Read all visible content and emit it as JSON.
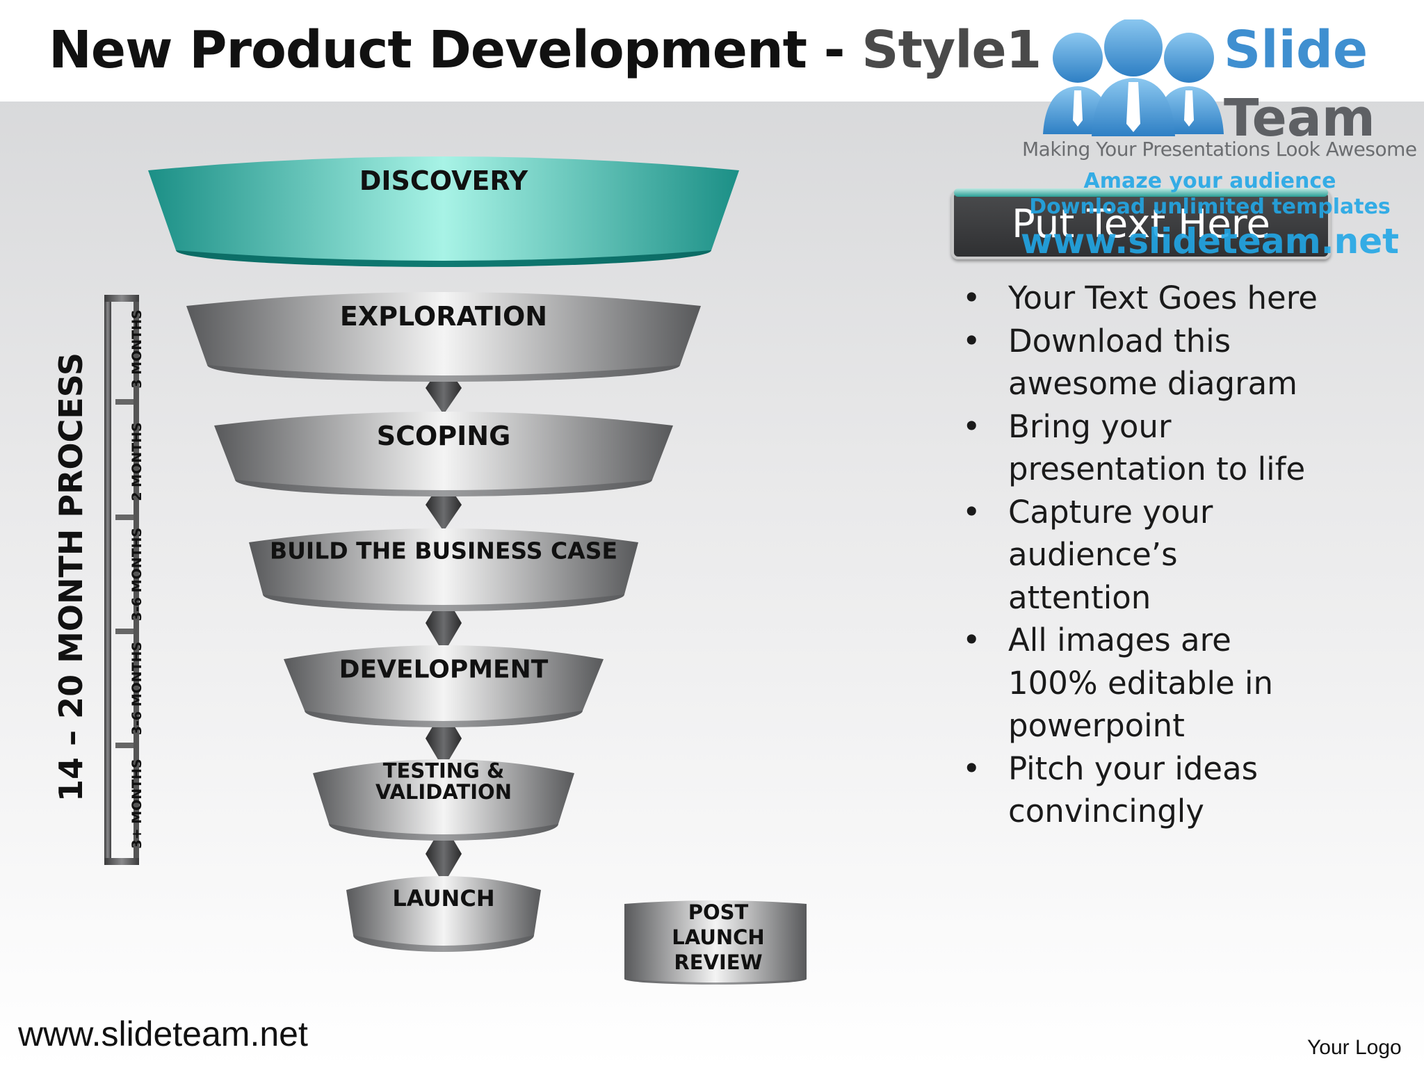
{
  "header": {
    "title_main": "New Product Development - ",
    "title_style": "Style1"
  },
  "logo": {
    "brand_line1": "Slide",
    "brand_line2": "Team",
    "tagline": "Making Your Presentations Look Awesome",
    "icon": "people-group-icon"
  },
  "watermark": {
    "line1": "Amaze your audience",
    "line2": "Download unlimited templates",
    "line3": "www.slideteam.net"
  },
  "textbox": {
    "label": "Put Text Here"
  },
  "bullets": [
    "Your Text Goes here",
    "Download this awesome diagram",
    "Bring your presentation to life",
    "Capture your audience’s attention",
    "All images are 100% editable in powerpoint",
    "Pitch your ideas convincingly"
  ],
  "bullet_symbol": "•",
  "funnel": {
    "stages": [
      {
        "lines": [
          "DISCOVERY"
        ]
      },
      {
        "lines": [
          "EXPLORATION"
        ]
      },
      {
        "lines": [
          "SCOPING"
        ]
      },
      {
        "lines": [
          "BUILD THE BUSINESS CASE"
        ]
      },
      {
        "lines": [
          "DEVELOPMENT"
        ]
      },
      {
        "lines": [
          "TESTING &",
          "VALIDATION"
        ]
      },
      {
        "lines": [
          "LAUNCH"
        ]
      }
    ],
    "post": {
      "lines": [
        "POST",
        "LAUNCH",
        "REVIEW"
      ]
    },
    "process_label": "14 – 20 MONTH PROCESS",
    "durations": [
      "3 MONTHS",
      "2 MONTHS",
      "3-6 MONTHS",
      "3-6 MONTHS",
      "3+ MONTHS"
    ]
  },
  "colors": {
    "discovery_teal": "#2fb3a6",
    "stage_gray": "#8a8b8d",
    "bracket": "#555555"
  },
  "footer": {
    "url": "www.slideteam.net",
    "logo_text": "Your Logo"
  }
}
